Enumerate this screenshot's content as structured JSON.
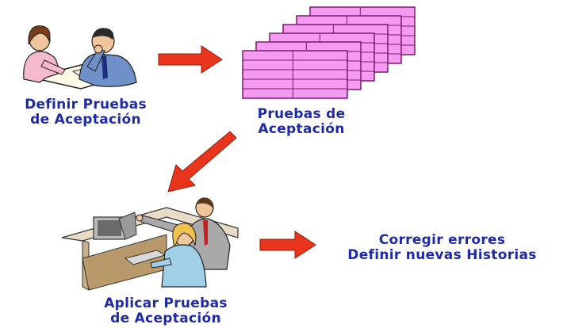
{
  "colors": {
    "label_text": "#1f2aa8",
    "arrow": "#e8351c",
    "card_fill": "#f49af0",
    "card_stroke": "#7a1a6e",
    "suit": "#6f8fc9",
    "skin": "#f1c59c"
  },
  "steps": {
    "define": {
      "line1": "Definir Pruebas",
      "line2": "de Aceptación"
    },
    "tests": {
      "line1": "Pruebas de",
      "line2": "Aceptación"
    },
    "apply": {
      "line1": "Aplicar Pruebas",
      "line2": "de Aceptación"
    },
    "result": {
      "line1": "Corregir errores",
      "line2": "Definir nuevas Historias"
    }
  },
  "illustrations": {
    "define": "two-people-at-desk-illustration",
    "tests": "stacked-test-cards-illustration",
    "apply": "people-at-computer-illustration"
  }
}
